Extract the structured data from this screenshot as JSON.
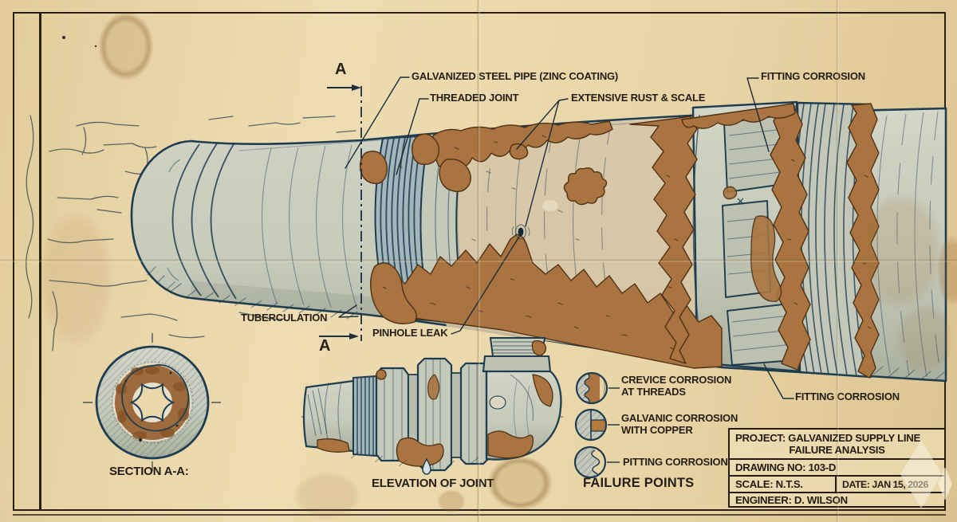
{
  "sheet": {
    "callouts": {
      "galvanized_pipe": "GALVANIZED STEEL PIPE (ZINC COATING)",
      "threaded_joint": "THREADED JOINT",
      "extensive_rust": "EXTENSIVE RUST & SCALE",
      "fitting_corrosion_top": "FITTING CORROSION",
      "fitting_corrosion_bottom": "FITTING CORROSION",
      "tuberculation": "TUBERCULATION",
      "pinhole_leak": "PINHOLE LEAK"
    },
    "section_markers": {
      "top": "A",
      "bottom": "A"
    },
    "view_titles": {
      "section": "SECTION A-A:",
      "elevation": "ELEVATION OF JOINT"
    },
    "legend": {
      "title": "FAILURE POINTS",
      "items": [
        {
          "line1": "CREVICE CORROSION",
          "line2": "AT THREADS"
        },
        {
          "line1": "GALVANIC CORROSION",
          "line2": "WITH COPPER"
        },
        {
          "line1": "PITTING CORROSION",
          "line2": ""
        }
      ]
    },
    "title_block": {
      "project_line1": "PROJECT: GALVANIZED SUPPLY LINE",
      "project_line2": "FAILURE ANALYSIS",
      "drawing_no": "DRAWING NO: 103-D",
      "scale": "SCALE: N.T.S.",
      "date": "DATE: JAN 15, 2026",
      "engineer": "ENGINEER: D. WILSON"
    },
    "colors": {
      "paper": "#e9d6a8",
      "ink": "#1f3d50",
      "rust": "#a9743f",
      "pipe_metal": "#c8cbbc",
      "label_text": "#251e14"
    }
  }
}
